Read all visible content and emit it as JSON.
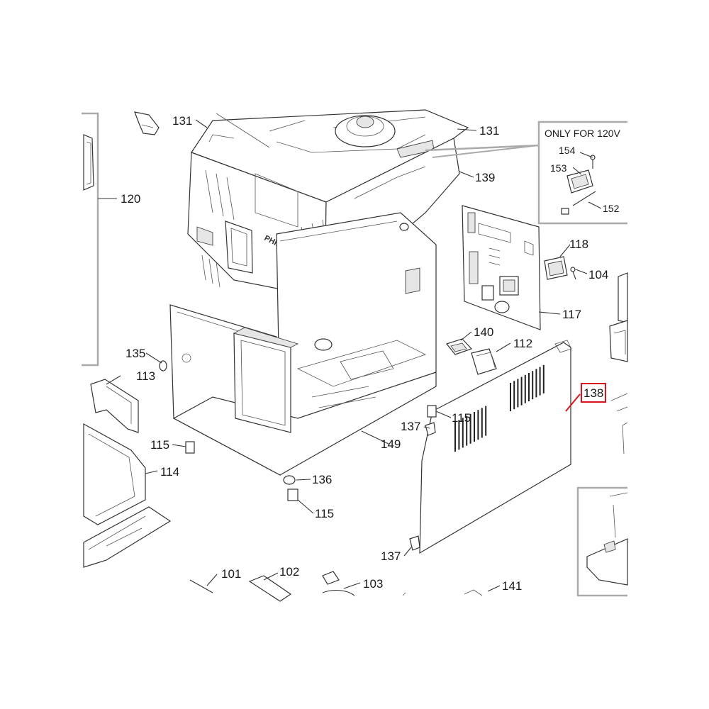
{
  "labels": {
    "p101": "101",
    "p102": "102",
    "p103": "103",
    "p104": "104",
    "p112": "112",
    "p113": "113",
    "p114": "114",
    "p115a": "115",
    "p115b": "115",
    "p115c": "115",
    "p117": "117",
    "p118": "118",
    "p120": "120",
    "p131a": "131",
    "p131b": "131",
    "p135": "135",
    "p136": "136",
    "p137a": "137",
    "p137b": "137",
    "p138": "138",
    "p139": "139",
    "p140": "140",
    "p141": "141",
    "p149": "149",
    "p152": "152",
    "p153": "153",
    "p154": "154"
  },
  "inset": {
    "caption": "ONLY FOR 120V"
  },
  "branding": {
    "logo_text": "PHILIPS"
  },
  "colors": {
    "highlight": "#d9141c",
    "line": "#333333",
    "group_box": "#aaaaaa"
  }
}
